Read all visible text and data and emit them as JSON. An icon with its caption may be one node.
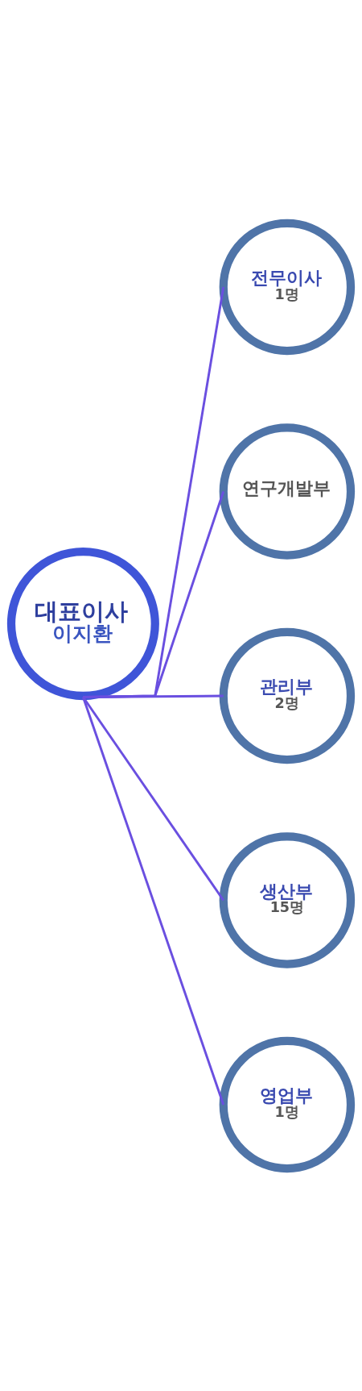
{
  "diagram": {
    "nodes": [
      {
        "text": [
          "대표이사",
          "이지환"
        ]
      },
      {
        "text": [
          "전무이사",
          "1명"
        ]
      },
      {
        "text": [
          "연구개발부"
        ]
      },
      {
        "text": [
          "관리부",
          "2명"
        ]
      },
      {
        "text": [
          "생산부",
          "15명"
        ]
      },
      {
        "text": [
          "영업부",
          "1명"
        ]
      }
    ],
    "edges": [
      {
        "from": 0,
        "to": 1,
        "arrow": "none"
      },
      {
        "from": 0,
        "to": 2,
        "arrow": "none"
      },
      {
        "from": 0,
        "to": 3,
        "arrow": "none"
      },
      {
        "from": 0,
        "to": 4,
        "arrow": "none"
      },
      {
        "from": 0,
        "to": 5,
        "arrow": "none"
      }
    ]
  }
}
